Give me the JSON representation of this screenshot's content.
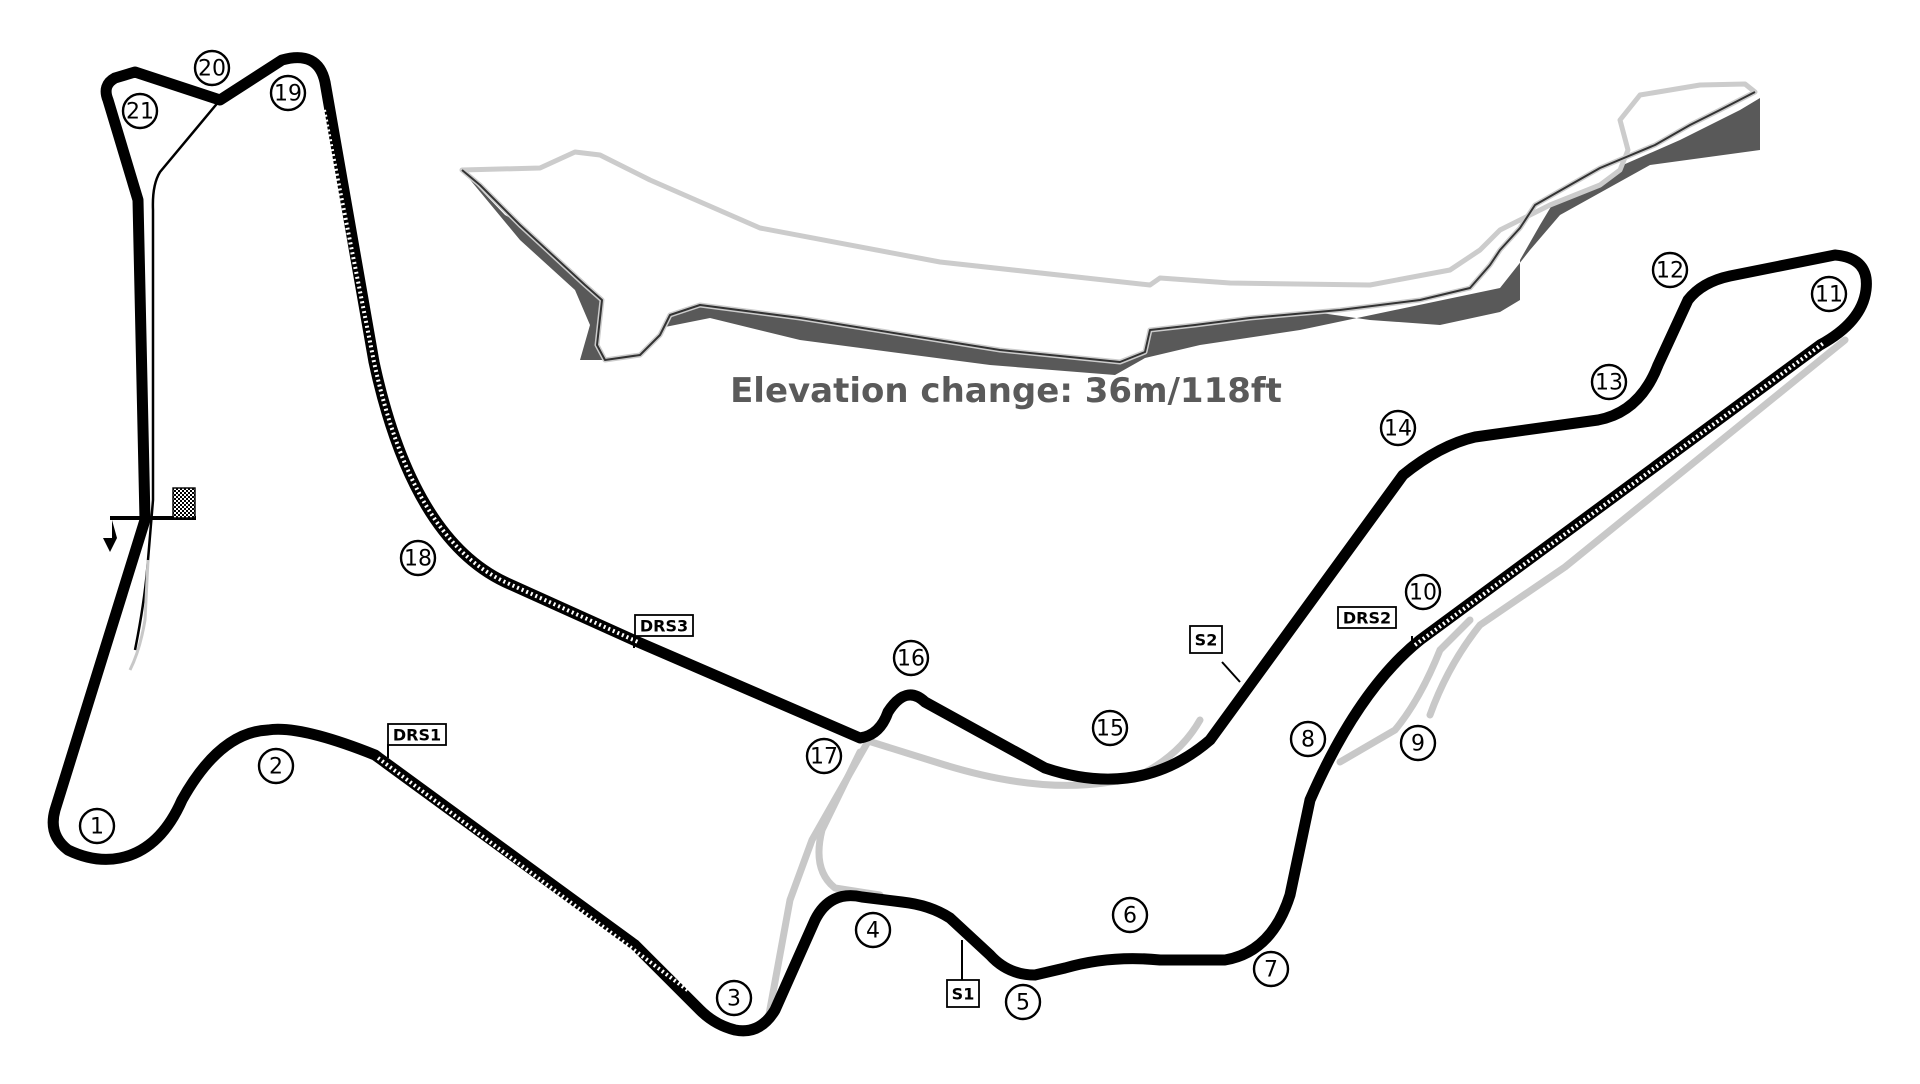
{
  "map": {
    "elevation_label": "Elevation change: 36m/118ft",
    "colors": {
      "track": "#000000",
      "runoff": "#c8c8c8",
      "drs": "#ffffff",
      "elevation_top": "#ffffff",
      "elevation_side": "#595959",
      "elevation_edge": "#cccccc",
      "caption": "#5a5a5a"
    },
    "turns": [
      "1",
      "2",
      "3",
      "4",
      "5",
      "6",
      "7",
      "8",
      "9",
      "10",
      "11",
      "12",
      "13",
      "14",
      "15",
      "16",
      "17",
      "18",
      "19",
      "20",
      "21"
    ],
    "drs_zones": [
      "DRS1",
      "DRS2",
      "DRS3"
    ],
    "sectors": [
      "S1",
      "S2"
    ],
    "icons": {
      "start_finish": "checkered-flag-icon",
      "direction": "arrow-down-icon"
    }
  }
}
